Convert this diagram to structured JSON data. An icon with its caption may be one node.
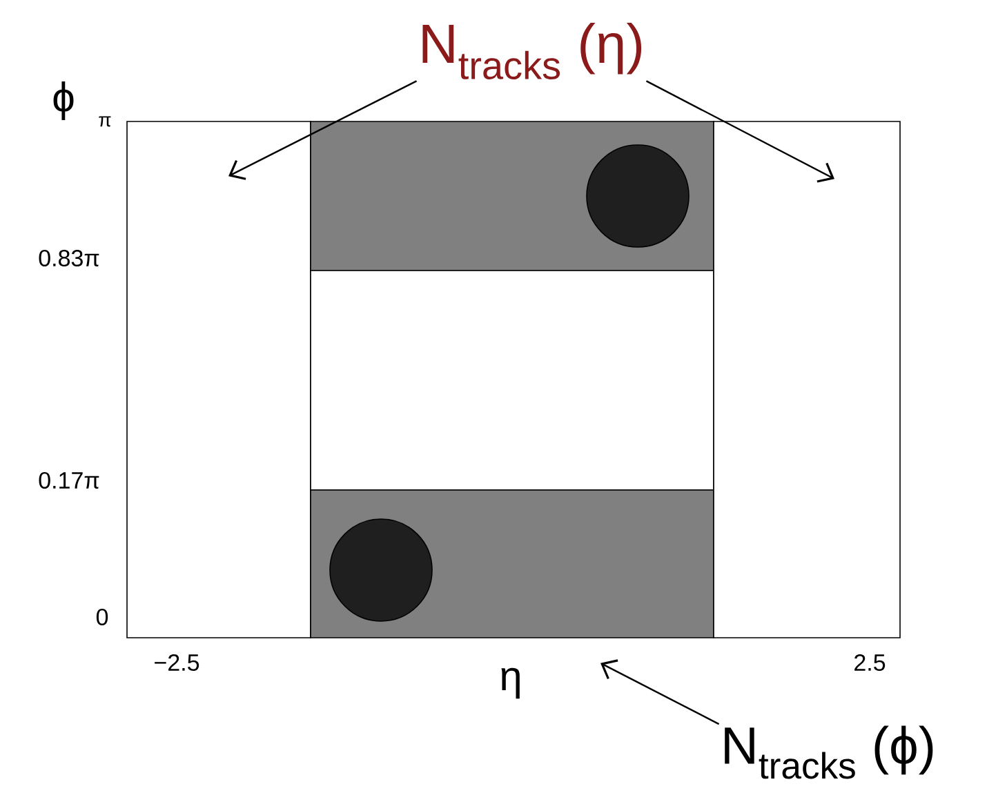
{
  "diagram": {
    "nodes": [
      {
        "text": [
          "N$_{tracks}$ (η)"
        ]
      },
      {
        "text": [],
        "shape": "box"
      },
      {
        "text": [],
        "shape": "box"
      },
      {
        "text": [],
        "shape": "circle",
        "in": 2
      },
      {
        "text": [],
        "shape": "box"
      },
      {
        "text": [],
        "shape": "box"
      },
      {
        "text": [],
        "shape": "circle",
        "in": 5
      },
      {
        "text": [],
        "shape": "box"
      },
      {
        "text": [
          "N$_{tracks}$ (ϕ)"
        ]
      }
    ],
    "edges": [
      {
        "from": 0,
        "to": 1,
        "arrow": "to"
      },
      {
        "from": 0,
        "to": 7,
        "arrow": "to"
      },
      {
        "from": 8,
        "to": 5,
        "arrow": "to"
      }
    ],
    "labels": [
      "ϕ",
      "π",
      "0.83π",
      "0.17π",
      "0",
      "−2.5",
      "η",
      "2.5"
    ]
  }
}
